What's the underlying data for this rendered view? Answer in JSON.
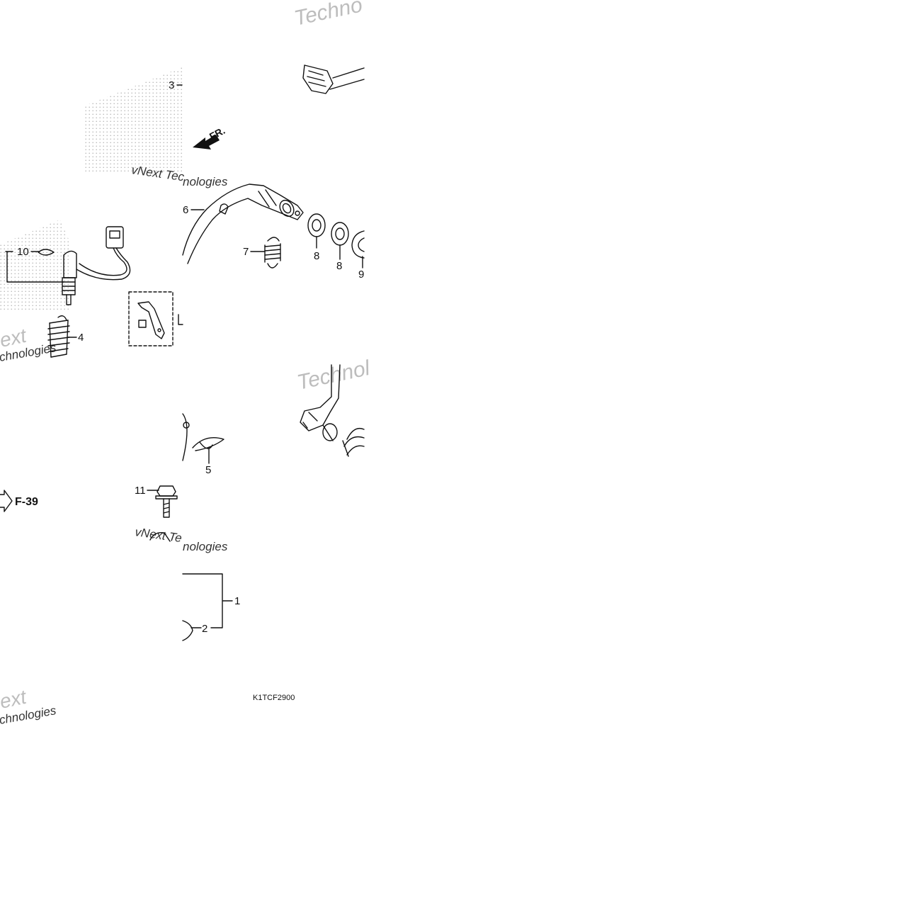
{
  "diagram": {
    "callouts": {
      "c1": "1",
      "c2": "2",
      "c3": "3",
      "c4": "4",
      "c5": "5",
      "c6": "6",
      "c7": "7",
      "c8a": "8",
      "c8b": "8",
      "c9": "9",
      "c10": "10",
      "c11": "11"
    },
    "direction_label": "FR.",
    "reference_label": "F-39",
    "diagram_code": "K1TCF2900",
    "watermarks": {
      "w1": "Techno",
      "w2": "vNext Tec",
      "w3": "nologies",
      "w4": "ext",
      "w5": "chnologies",
      "w6": "Technol",
      "w7": "vNext Te",
      "w8": "nologies",
      "w9": "ext",
      "w10": "chnologies"
    }
  },
  "colors": {
    "line": "#111111",
    "watermark": "#b9b9b9",
    "background": "#ffffff"
  }
}
